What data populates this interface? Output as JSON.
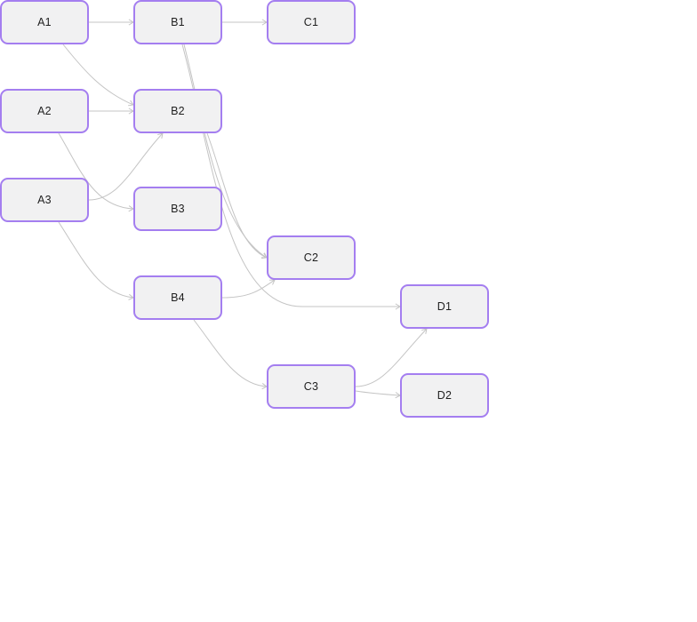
{
  "diagram": {
    "nodes": [
      {
        "id": "A1",
        "label": "A1"
      },
      {
        "id": "A2",
        "label": "A2"
      },
      {
        "id": "A3",
        "label": "A3"
      },
      {
        "id": "B1",
        "label": "B1"
      },
      {
        "id": "B2",
        "label": "B2"
      },
      {
        "id": "B3",
        "label": "B3"
      },
      {
        "id": "B4",
        "label": "B4"
      },
      {
        "id": "C1",
        "label": "C1"
      },
      {
        "id": "C2",
        "label": "C2"
      },
      {
        "id": "C3",
        "label": "C3"
      },
      {
        "id": "D1",
        "label": "D1"
      },
      {
        "id": "D2",
        "label": "D2"
      }
    ],
    "edges": [
      {
        "from": "A1",
        "to": "B1"
      },
      {
        "from": "A1",
        "to": "B2"
      },
      {
        "from": "A2",
        "to": "B2"
      },
      {
        "from": "A2",
        "to": "B3"
      },
      {
        "from": "A3",
        "to": "B2"
      },
      {
        "from": "A3",
        "to": "B4"
      },
      {
        "from": "B1",
        "to": "C1"
      },
      {
        "from": "B1",
        "to": "C2"
      },
      {
        "from": "B1",
        "to": "D1"
      },
      {
        "from": "B2",
        "to": "C2"
      },
      {
        "from": "B4",
        "to": "C2"
      },
      {
        "from": "B4",
        "to": "C3"
      },
      {
        "from": "C3",
        "to": "D1"
      },
      {
        "from": "C3",
        "to": "D2"
      }
    ],
    "colors": {
      "node_border": "#a47ef0",
      "node_fill": "#f1f1f2",
      "edge": "#c4c4c4",
      "text": "#1f1f1f"
    }
  }
}
